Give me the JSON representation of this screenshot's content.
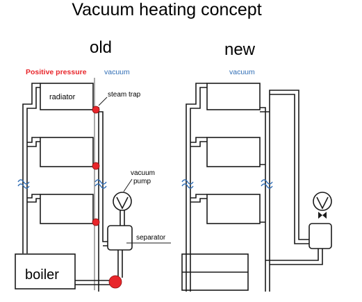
{
  "title": "Vacuum heating concept",
  "old": {
    "heading": "old",
    "positive_pressure_label": "Positive pressure",
    "vacuum_label": "vacuum",
    "radiator_label": "radiator",
    "steam_trap_label": "steam trap",
    "vacuum_pump_label_line1": "vacuum",
    "vacuum_pump_label_line2": "pump",
    "separator_label": "separator",
    "boiler_label": "boiler"
  },
  "new": {
    "heading": "new",
    "vacuum_label": "vacuum"
  },
  "colors": {
    "positive_pressure": "#e8262b",
    "vacuum": "#2f6db5",
    "trap": "#e8262b",
    "pipe": "#1a1a1a",
    "squiggle": "#2f6db5"
  }
}
